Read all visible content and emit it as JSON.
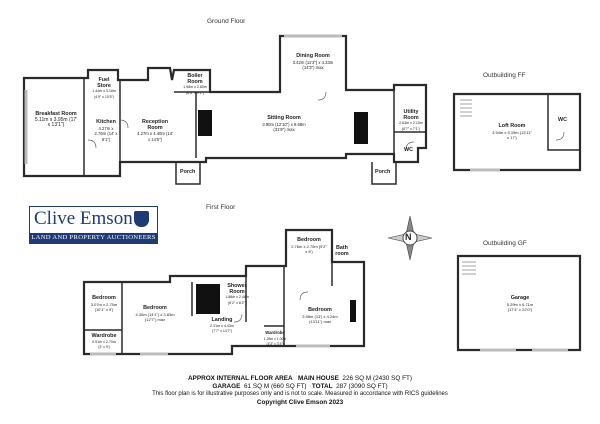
{
  "headings": {
    "ground_floor": "Ground Floor",
    "first_floor": "First Floor",
    "outbuilding_ff": "Outbuilding FF",
    "outbuilding_gf": "Outbuilding GF"
  },
  "logo": {
    "name": "Clive Emson",
    "tagline": "LAND AND PROPERTY AUCTIONEERS"
  },
  "ground_floor_rooms": {
    "breakfast": {
      "name": "Breakfast Room",
      "dims": "5.11m x 3.95m (17' x 13'1\")"
    },
    "fuel": {
      "name": "Fuel Store",
      "dims": "1.44m x 3.18m (4'9\" x 10'5\")"
    },
    "kitchen": {
      "name": "Kitchen",
      "dims": "4.27m x 2.76m (14' x 9'1\")"
    },
    "reception": {
      "name": "Reception Room",
      "dims": "4.27m x 4.40m (14' x 14'5\")"
    },
    "boiler": {
      "name": "Boiler Room",
      "dims": "1.98m x 2.80m (6'6\" x 9'2\")"
    },
    "dining": {
      "name": "Dining Room",
      "dims": "3.42m (11'3\") x 4.33m (14'3\") max"
    },
    "sitting": {
      "name": "Sitting Room",
      "dims": "3.90m (12'10\") x 9.68m (31'9\") max"
    },
    "utility": {
      "name": "Utility Room",
      "dims": "2.63m x 2.15m (8'7\" x 7'1\")"
    },
    "wc": {
      "name": "WC"
    },
    "porch_left": {
      "name": "Porch"
    },
    "porch_right": {
      "name": "Porch"
    }
  },
  "first_floor_rooms": {
    "bedroom1": {
      "name": "Bedroom",
      "dims": "3.07m x 2.75m (10'1\" x 9')"
    },
    "wardrobe1": {
      "name": "Wardrobe",
      "dims": "0.91m x 2.70m (3' x 9')"
    },
    "bedroom2": {
      "name": "Bedroom",
      "dims": "4.30m (14'1\") x 3.83m (12'7\") max"
    },
    "shower": {
      "name": "Shower Room",
      "dims": "1.88m x 2.48m (6'2\" x 8'2\")"
    },
    "landing": {
      "name": "Landing",
      "dims": "2.31m x 4.43m (7'7\" x 14'7\")"
    },
    "bedroom3": {
      "name": "Bedroom",
      "dims": "2.76m x 2.70m (9'2\" x 8')"
    },
    "bath": {
      "name": "Bath room"
    },
    "bedroom4": {
      "name": "Bedroom",
      "dims": "3.95m (13') x 4.24m (13'11\") max"
    },
    "wardrobe2": {
      "name": "Wardrobe",
      "dims": "1.28m x 1.00m (4'3\" x 3'3\")"
    }
  },
  "outbuilding_rooms": {
    "loft": {
      "name": "Loft Room",
      "dims": "3.94m x 5.19m (13'11\" x 17')"
    },
    "loft_wc": {
      "name": "WC"
    },
    "garage": {
      "name": "Garage",
      "dims": "5.29m x 6.71m (17'4\" x 22'0\")"
    }
  },
  "compass": {
    "letter": "N"
  },
  "footer": {
    "line1_a": "APPROX INTERNAL FLOOR AREA",
    "line1_b": "MAIN HOUSE",
    "line1_c": "226 SQ M (2430 SQ FT)",
    "line2_a": "GARAGE",
    "line2_b": "61 SQ M (660 SQ FT)",
    "line2_c": "TOTAL",
    "line2_d": "287 (3090 SQ FT)",
    "line3": "This floor plan is for illustrative purposes only and is not to scale. Measured in accordance with RICS guidelines",
    "line4": "Copyright Clive Emson 2023"
  },
  "colors": {
    "wall": "#2a2a2a",
    "brand": "#1f3b75"
  }
}
